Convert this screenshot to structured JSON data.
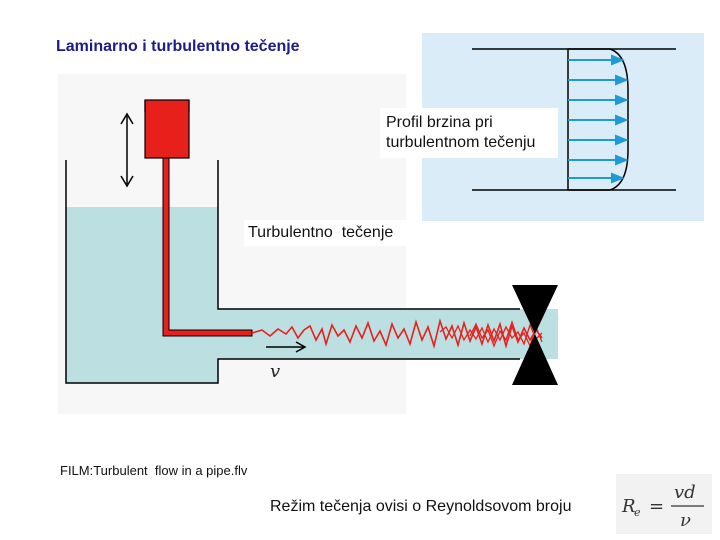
{
  "title": "Laminarno i turbulentno tečenje",
  "labels": {
    "profile": "Profil brzina pri turbulentnom tečenju",
    "profile_line1": "Profil brzina pri",
    "profile_line2": "turbulentnom tečenju",
    "turbulent": "Turbulentno  tečenje",
    "velocity_symbol": "v",
    "film": "FILM:Turbulent  flow in a pipe.flv",
    "regime": "Režim tečenja ovisi o Reynoldsovom broju"
  },
  "formula": {
    "lhs": "R",
    "lhs_sub": "e",
    "equals": "=",
    "numerator": "vd",
    "denominator": "ν"
  },
  "colors": {
    "title": "#1c1c8c",
    "water": "#bcdfe2",
    "profile_bg": "#d9ecf7",
    "arrow_blue": "#1e9bd6",
    "dye_red": "#e8201c",
    "valve": "#000000"
  },
  "icons": [
    "double-arrow-icon",
    "flow-arrow-icon",
    "valve-icon",
    "velocity-profile-arrow-icon"
  ]
}
